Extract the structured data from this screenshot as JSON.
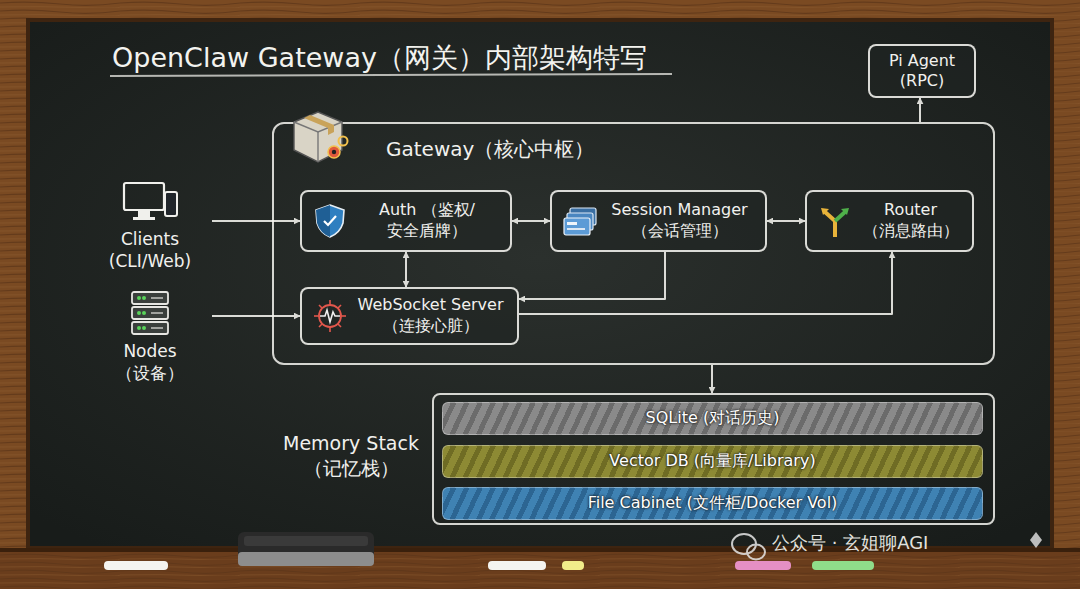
{
  "diagram": {
    "title": "OpenClaw Gateway（网关）内部架构特写",
    "nodes": [
      {
        "text": [
          "Pi Agent (RPC)"
        ]
      },
      {
        "text": [
          "Clients (CLI/Web)"
        ]
      },
      {
        "text": [
          "Nodes （设备）"
        ]
      },
      {
        "text": [
          "Gateway（核心中枢）"
        ]
      },
      {
        "text": [
          "Auth （鉴权/安全盾牌）"
        ],
        "in": 3
      },
      {
        "text": [
          "Session Manager （会话管理）"
        ],
        "in": 3
      },
      {
        "text": [
          "Router （消息路由）"
        ],
        "in": 3
      },
      {
        "text": [
          "WebSocket Server （连接心脏）"
        ],
        "in": 3
      },
      {
        "text": [
          "Memory Stack （记忆栈）"
        ]
      },
      {
        "text": [
          "SQLite (对话历史)"
        ],
        "in": 8
      },
      {
        "text": [
          "Vector DB (向量库/Library)"
        ],
        "in": 8
      },
      {
        "text": [
          "File Cabinet (文件柜/Docker Vol)"
        ],
        "in": 8
      }
    ],
    "edges": [
      {
        "from": 1,
        "to": 4,
        "arrow": "to"
      },
      {
        "from": 2,
        "to": 7,
        "arrow": "to"
      },
      {
        "from": 4,
        "to": 5,
        "arrow": "both"
      },
      {
        "from": 5,
        "to": 6,
        "arrow": "both"
      },
      {
        "from": 4,
        "to": 7,
        "arrow": "both"
      },
      {
        "from": 5,
        "to": 7,
        "arrow": "to"
      },
      {
        "from": 7,
        "to": 6,
        "arrow": "to"
      },
      {
        "from": 3,
        "to": 0,
        "arrow": "to"
      },
      {
        "from": 3,
        "to": 8,
        "arrow": "to"
      }
    ],
    "labels": [
      "公众号 · 玄姐聊AGI"
    ]
  }
}
